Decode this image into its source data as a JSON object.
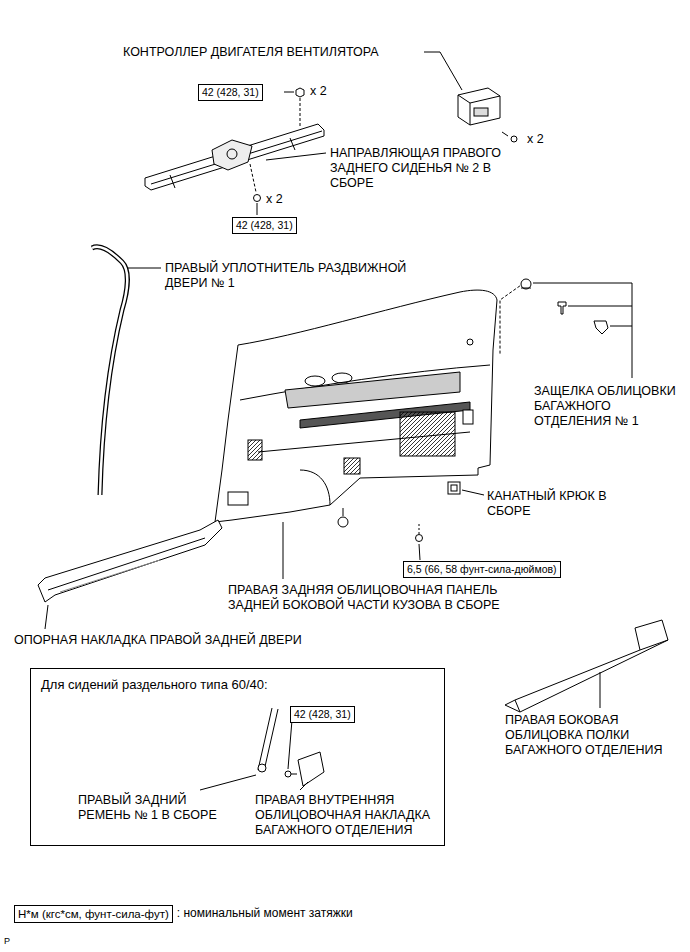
{
  "diagram": {
    "nodes": [
      {
        "text": [
          "42 (428, 31)"
        ]
      },
      {
        "text": [
          "42 (428, 31)"
        ]
      },
      {
        "text": [
          "6,5 (66, 58 фунт-сила-дюймов)"
        ]
      },
      {
        "text": [
          "Для сидений раздельного типа 60/40:"
        ]
      },
      {
        "text": [
          "42 (428, 31)"
        ],
        "in": 3
      },
      {
        "text": [
          "Н*м (кгс*см, фунт-сила-фут)"
        ]
      }
    ],
    "labels": [
      "КОНТРОЛЛЕР ДВИГАТЕЛЯ ВЕНТИЛЯТОРА",
      "x 2",
      "x 2",
      "НАПРАВЛЯЮЩАЯ ПРАВОГО ЗАДНЕГО СИДЕНЬЯ № 2 В СБОРЕ",
      "x 2",
      "ПРАВЫЙ УПЛОТНИТЕЛЬ РАЗДВИЖНОЙ ДВЕРИ № 1",
      "ЗАЩЕЛКА ОБЛИЦОВКИ БАГАЖНОГО ОТДЕЛЕНИЯ № 1",
      "КАНАТНЫЙ КРЮК В СБОРЕ",
      "ПРАВАЯ ЗАДНЯЯ ОБЛИЦОВОЧНАЯ ПАНЕЛЬ ЗАДНЕЙ БОКОВОЙ ЧАСТИ КУЗОВА В СБОРЕ",
      "ОПОРНАЯ НАКЛАДКА ПРАВОЙ ЗАДНЕЙ ДВЕРИ",
      "ПРАВЫЙ ЗАДНИЙ РЕМЕНЬ № 1 В СБОРЕ",
      "ПРАВАЯ ВНУТРЕННЯЯ ОБЛИЦОВОЧНАЯ НАКЛАДКА БАГАЖНОГО ОТДЕЛЕНИЯ",
      "ПРАВАЯ БОКОВАЯ ОБЛИЦОВКА ПОЛКИ БАГАЖНОГО ОТДЕЛЕНИЯ",
      ": номинальный момент затяжки",
      "P"
    ]
  }
}
